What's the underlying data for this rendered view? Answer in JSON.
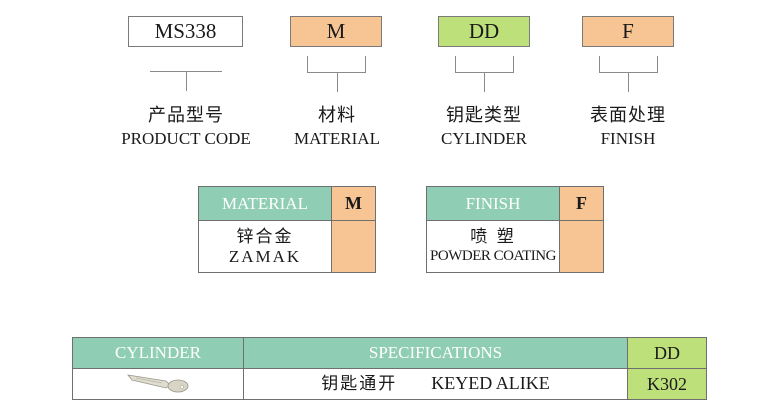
{
  "code_boxes": [
    {
      "value": "MS338",
      "label_zh": "产品型号",
      "label_en": "PRODUCT CODE",
      "color": "#ffffff"
    },
    {
      "value": "M",
      "label_zh": "材料",
      "label_en": "MATERIAL",
      "color": "#f7c594"
    },
    {
      "value": "DD",
      "label_zh": "钥匙类型",
      "label_en": "CYLINDER",
      "color": "#bde07a"
    },
    {
      "value": "F",
      "label_zh": "表面处理",
      "label_en": "FINISH",
      "color": "#f7c594"
    }
  ],
  "material_table": {
    "header": "MATERIAL",
    "code": "M",
    "value_zh": "锌合金",
    "value_en": "ZAMAK"
  },
  "finish_table": {
    "header": "FINISH",
    "code": "F",
    "value_zh": "喷 塑",
    "value_en": "POWDER COATING"
  },
  "cylinder_table": {
    "headers": [
      "CYLINDER",
      "SPECIFICATIONS",
      "DD"
    ],
    "row": {
      "icon": "key-icon",
      "spec_zh": "钥匙通开",
      "spec_en": "KEYED ALIKE",
      "code": "K302"
    }
  },
  "colors": {
    "header_teal": "#8fcdb5",
    "orange": "#f7c594",
    "green": "#bde07a"
  }
}
